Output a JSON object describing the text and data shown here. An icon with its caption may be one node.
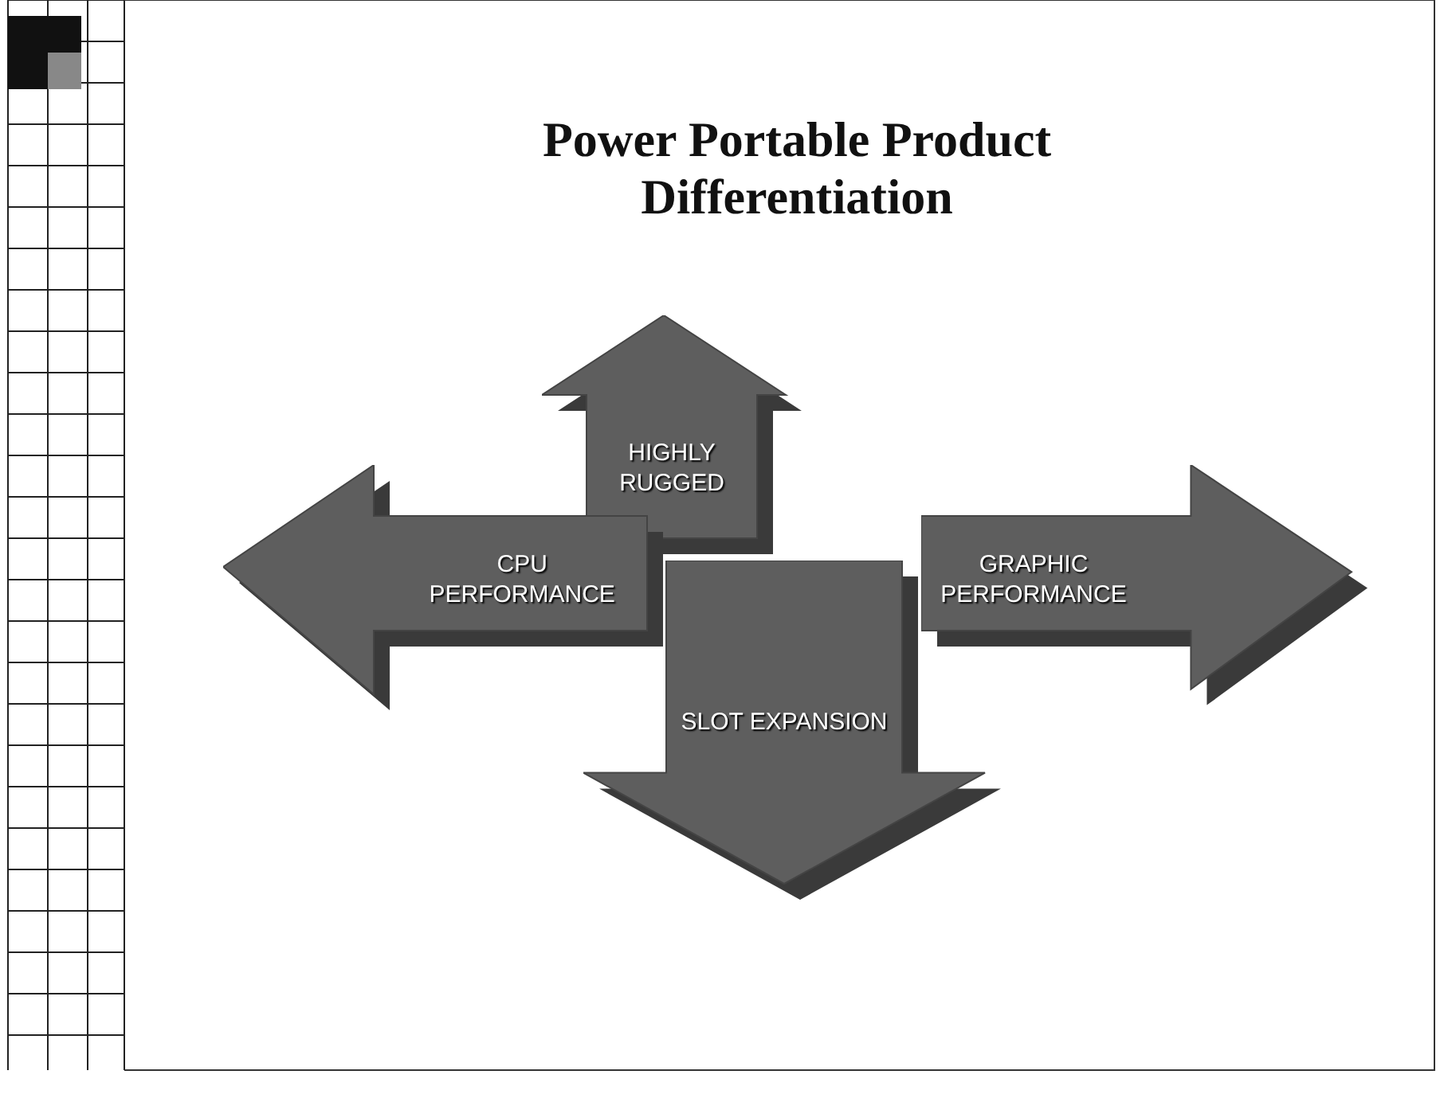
{
  "diagram": {
    "title": "Power Portable Product Differentiation",
    "nodes": [
      {
        "text": [
          "HIGHLY RUGGED"
        ]
      },
      {
        "text": [
          "CPU PERFORMANCE"
        ]
      },
      {
        "text": [
          "GRAPHIC PERFORMANCE"
        ]
      },
      {
        "text": [
          "SLOT EXPANSION"
        ]
      }
    ]
  }
}
